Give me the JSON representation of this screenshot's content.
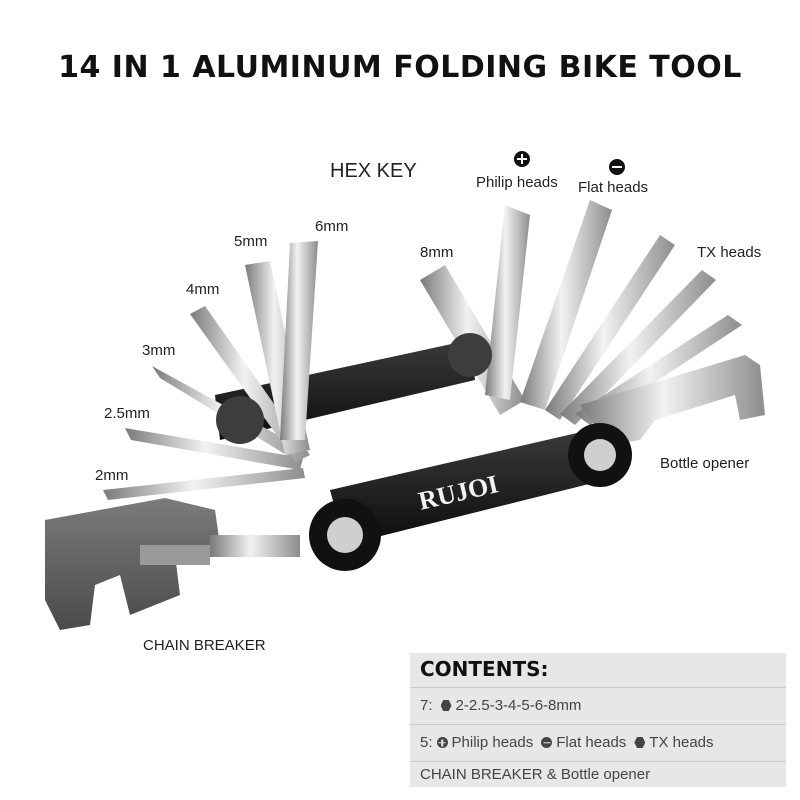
{
  "title": "14 IN 1 ALUMINUM FOLDING BIKE TOOL",
  "brand": "RUJOI",
  "labels": {
    "hex_key": "HEX KEY",
    "philip": "Philip heads",
    "flat": "Flat heads",
    "tx": "TX heads",
    "bottle": "Bottle opener",
    "chain": "CHAIN BREAKER",
    "mm8": "8mm",
    "mm6": "6mm",
    "mm5": "5mm",
    "mm4": "4mm",
    "mm3": "3mm",
    "mm25": "2.5mm",
    "mm2": "2mm"
  },
  "contents": {
    "title": "CONTENTS:",
    "row1_prefix": "7:",
    "row1_text": "2-2.5-3-4-5-6-8mm",
    "row2_prefix": "5:",
    "row2_philip": "Philip heads",
    "row2_flat": "Flat heads",
    "row2_tx": "TX heads",
    "row3_text": "CHAIN BREAKER & Bottle opener"
  },
  "colors": {
    "body_black": "#151515",
    "metal_light": "#d9d9d9",
    "metal_dark": "#8a8a8a",
    "contents_bg": "#e7e7e7"
  },
  "icons": [
    "plus-circle-icon",
    "minus-circle-icon",
    "hex-icon"
  ]
}
